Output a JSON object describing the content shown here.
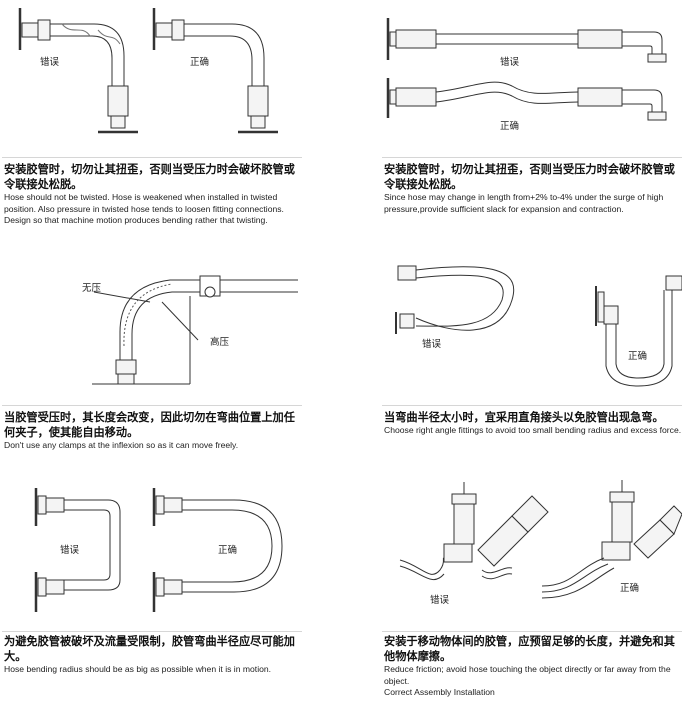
{
  "panels": [
    {
      "id": "p1",
      "labels": {
        "wrong": "错误",
        "right": "正确"
      },
      "cn": "安装胶管时，切勿让其扭歪，否则当受压力时会破坏胶管或令联接处松脱。",
      "en": "Hose should not be twisted. Hose is weakened when installed in twisted position. Also pressure in twisted hose tends to loosen fitting connections. Design so that machine motion produces bending rather that twisting."
    },
    {
      "id": "p2",
      "labels": {
        "wrong": "错误",
        "right": "正确"
      },
      "cn": "安装胶管时，切勿让其扭歪，否则当受压力时会破坏胶管或令联接处松脱。",
      "en": "Since hose may change in length from+2% to-4% under the surge of high pressure,provide sufficient slack for expansion and contraction."
    },
    {
      "id": "p3",
      "labels": {
        "no_pressure": "无压",
        "high_pressure": "高压"
      },
      "cn": "当胶管受压时，其长度会改变，因此切勿在弯曲位置上加任何夹子，使其能自由移动。",
      "en": "Don't use any clamps at the inflexion so as it can move freely."
    },
    {
      "id": "p4",
      "labels": {
        "wrong": "错误",
        "right": "正确"
      },
      "cn": "当弯曲半径太小时，宜采用直角接头以免胶管出现急弯。",
      "en": "Choose right angle fittings to avoid too small bending radius and excess force."
    },
    {
      "id": "p5",
      "labels": {
        "wrong": "错误",
        "right": "正确"
      },
      "cn": "为避免胶管被破坏及流量受限制，胶管弯曲半径应尽可能加大。",
      "en": "Hose bending radius should be as big as possible when it is in motion."
    },
    {
      "id": "p6",
      "labels": {
        "wrong": "错误",
        "right": "正确"
      },
      "cn": "安装于移动物体间的胶管，应预留足够的长度，并避免和其他物体摩擦。",
      "en": "Reduce friction; avoid hose touching the object directly or far away from the object.",
      "en2": "Correct Assembly Installation"
    }
  ]
}
